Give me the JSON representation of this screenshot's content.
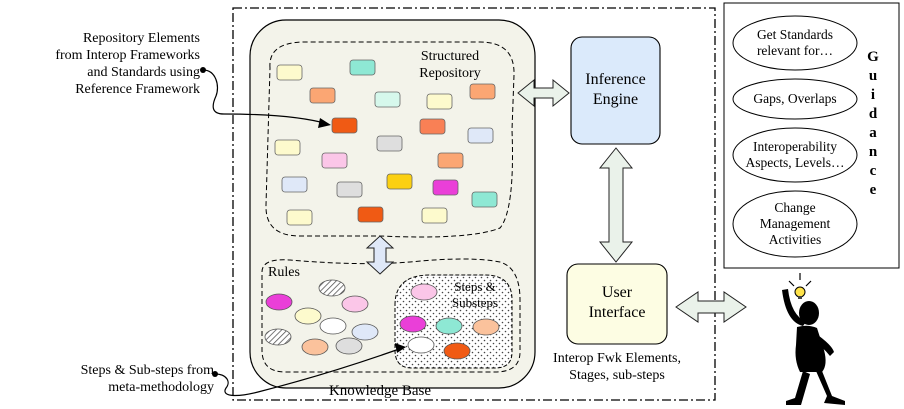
{
  "left_annotations": {
    "repo_elements": [
      "Repository Elements",
      "from Interop Frameworks",
      "and Standards using",
      "Reference Framework"
    ],
    "steps_from": [
      "Steps & Sub-steps from",
      "meta-methodology"
    ]
  },
  "knowledge_base": {
    "label": "Knowledge Base",
    "structured_repository": [
      "Structured",
      "Repository"
    ],
    "rules": "Rules",
    "steps_substeps": [
      "Steps &",
      "Substeps"
    ]
  },
  "inference_engine": [
    "Inference",
    "Engine"
  ],
  "user_interface": [
    "User",
    "Interface"
  ],
  "interop_caption": [
    "Interop Fwk Elements,",
    "Stages, sub-steps"
  ],
  "guidance": {
    "vertical_label": [
      "G",
      "u",
      "i",
      "d",
      "a",
      "n",
      "c",
      "e"
    ],
    "items": [
      [
        "Get Standards",
        "relevant for…"
      ],
      [
        "Gaps, Overlaps"
      ],
      [
        "Interoperability",
        "Aspects, Levels…"
      ],
      [
        "Change",
        "Management",
        "Activities"
      ]
    ]
  },
  "icons": [
    "user-figure-icon",
    "lightbulb-icon"
  ],
  "colors": {
    "engine_fill": "#dbeafb",
    "ui_fill": "#fdfde3",
    "kb_fill": "#f3f3ea",
    "arrow_fill": "#eaf2ea",
    "orange": "#fba673",
    "red_orange": "#f05a14",
    "teal": "#8ee8d4",
    "magenta": "#ea3fd8",
    "pink": "#fbc6e8",
    "light_yellow": "#fdfacd",
    "light_blue": "#dfe8f8",
    "gray": "#dedede",
    "yellow": "#fbd012",
    "light_teal": "#d6f8ec",
    "peach": "#fbe0c6"
  }
}
